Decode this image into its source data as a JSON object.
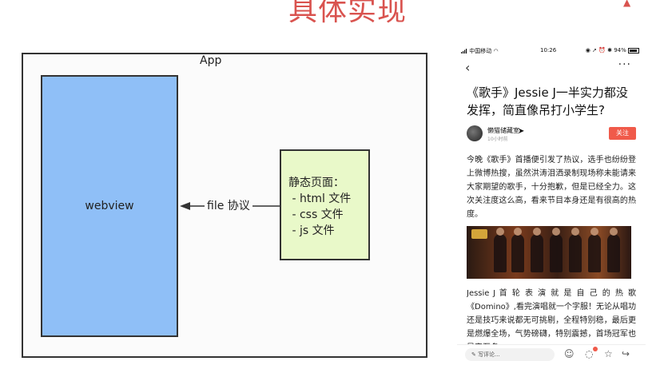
{
  "slide": {
    "title": "具体实现"
  },
  "diagram": {
    "app_label": "App",
    "webview_label": "webview",
    "arrow_label": "file 协议",
    "static_title": "静态页面：",
    "static_items": [
      " - html 文件",
      " - css 文件",
      " - js 文件"
    ],
    "colors": {
      "webview": "#8fbff7",
      "static": "#e9f9c9"
    }
  },
  "phone": {
    "status": {
      "carrier": "中国移动",
      "time": "10:26",
      "battery": "94%"
    },
    "nav": {
      "back": "‹",
      "more": "···"
    },
    "headline": "《歌手》Jessie J一半实力都没发挥，简直像吊打小学生?",
    "author": {
      "name": "懒猫储藏室",
      "time": "10小时前",
      "follow": "关注"
    },
    "paragraph1": "今晚《歌手》首播便引发了热议，选手也纷纷登上微博热搜，虽然洪涛泪洒录制现场称未能请来大家期望的歌手，十分抱歉，但是已经全力。这次关注度这么高，看来节目本身还是有很高的热度。",
    "paragraph2": "Jessie J 首 轮 表 演 就 是 自 己 的 热 歌《Domino》,看完演唱就一个字服！无论从唱功还是技巧来说都无可挑剔，全程特别稳，最后更是燃爆全场，气势磅礴，特别震撼，首场冠军也是实至名",
    "bottom": {
      "comment_placeholder": "写评论..."
    }
  }
}
